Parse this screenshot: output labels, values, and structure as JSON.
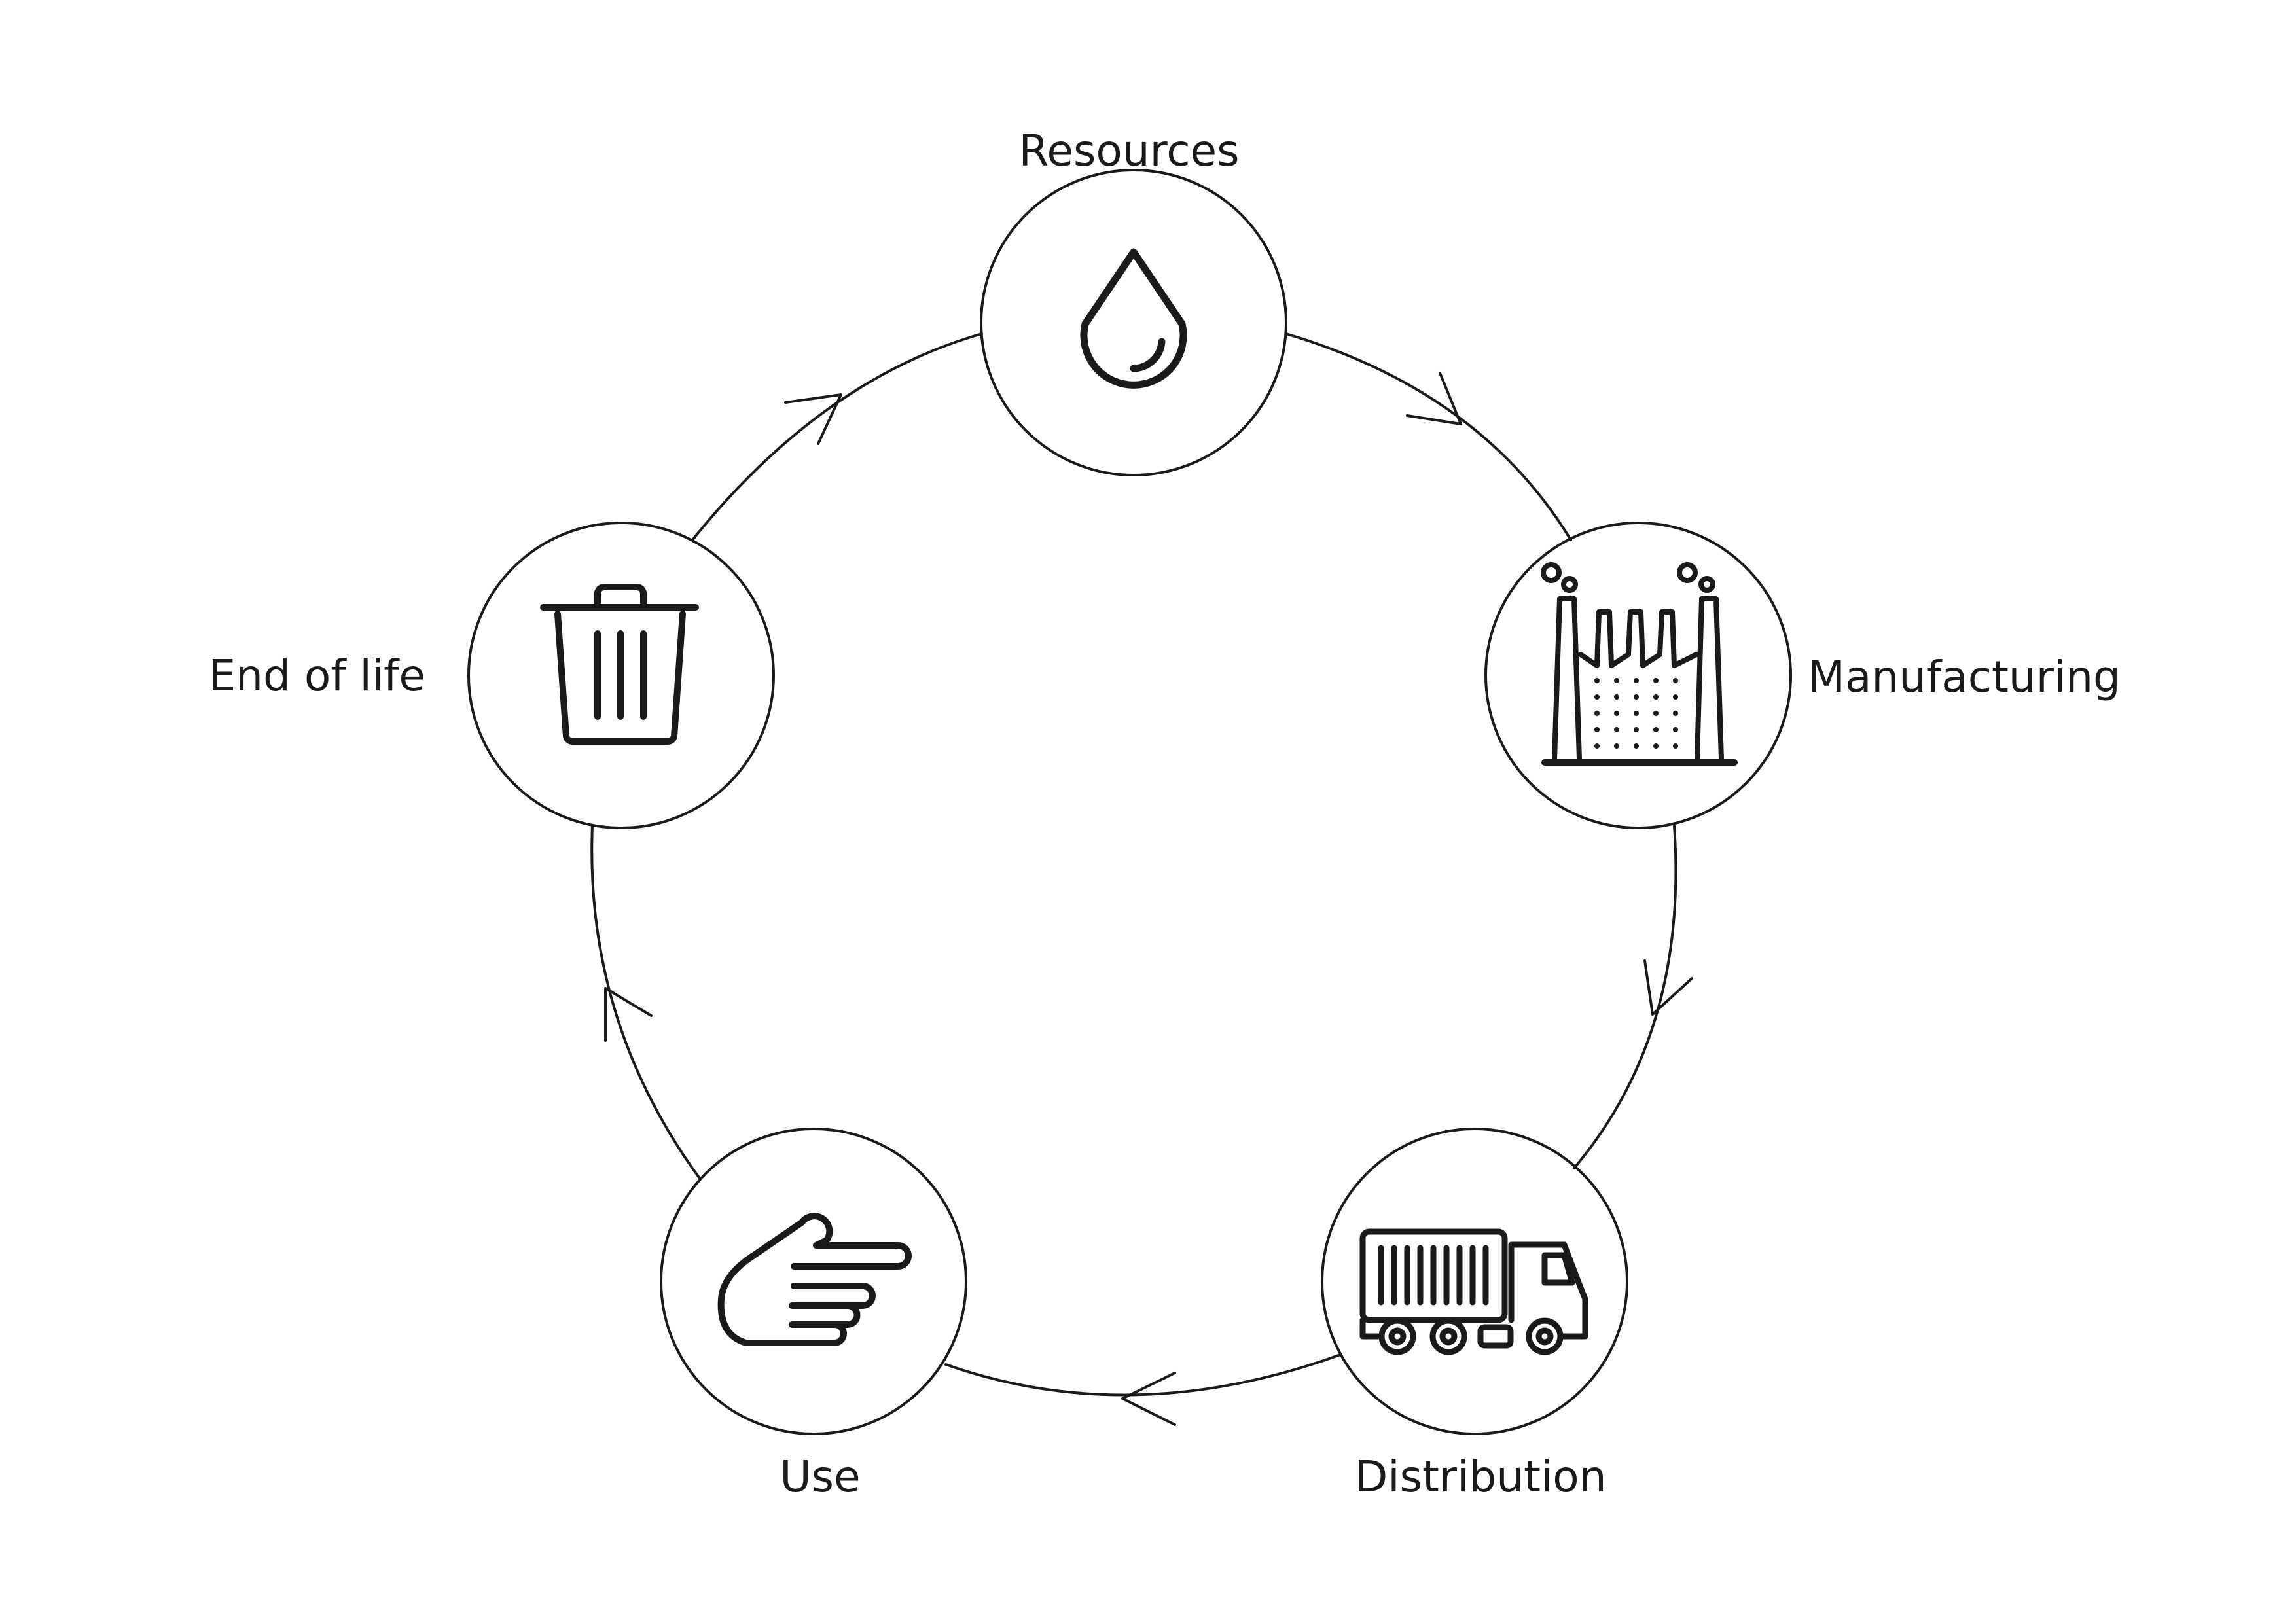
{
  "stages": {
    "resources": {
      "label": "Resources",
      "icon": "water-drop-icon"
    },
    "manufacturing": {
      "label": "Manufacturing",
      "icon": "factory-icon"
    },
    "distribution": {
      "label": "Distribution",
      "icon": "truck-icon"
    },
    "use": {
      "label": "Use",
      "icon": "pointing-hand-icon"
    },
    "end_of_life": {
      "label": "End of life",
      "icon": "trash-bin-icon"
    }
  },
  "colors": {
    "stroke": "#1a1a1a",
    "background": "#ffffff"
  }
}
